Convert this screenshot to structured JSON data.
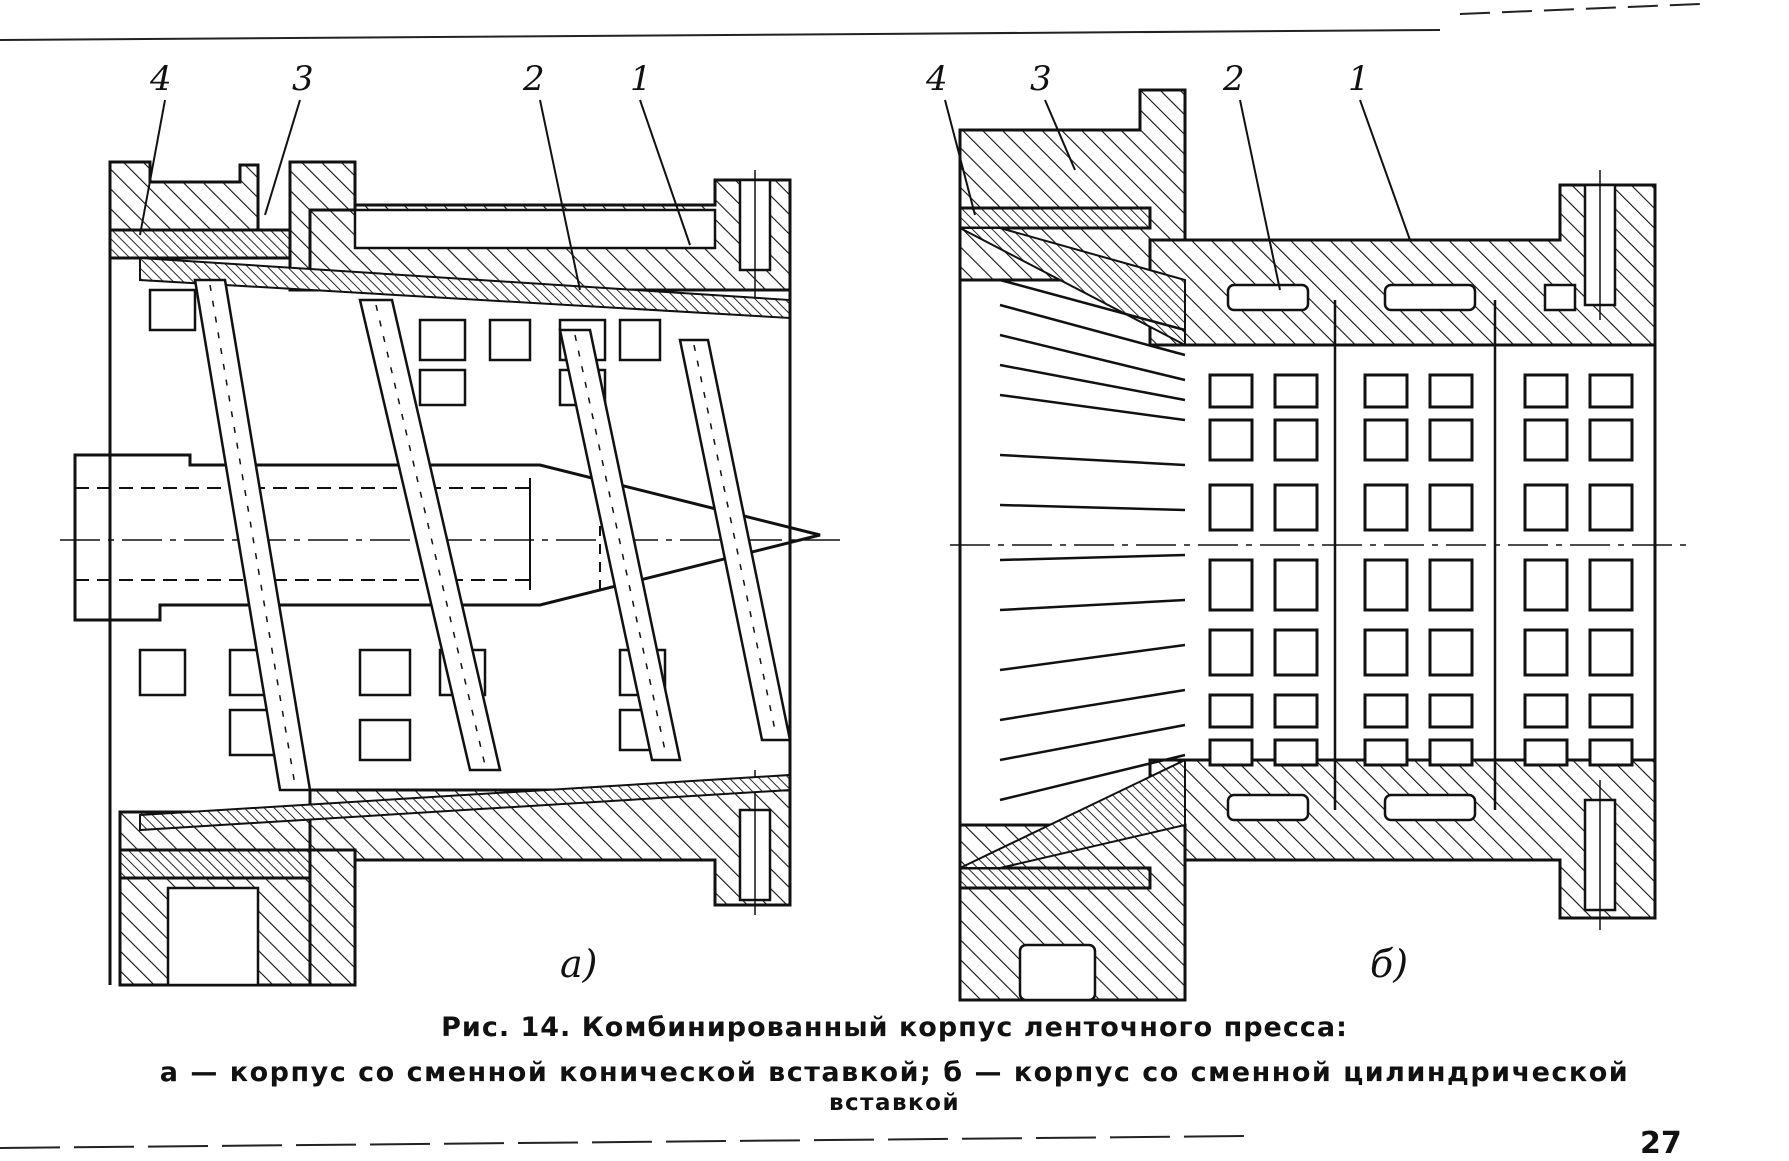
{
  "figure": {
    "panel_a": {
      "callouts": [
        "4",
        "3",
        "2",
        "1"
      ],
      "sublabel": "а)"
    },
    "panel_b": {
      "callouts": [
        "4",
        "3",
        "2",
        "1"
      ],
      "sublabel": "б)"
    }
  },
  "caption": {
    "title": "Рис. 14. Комбинированный корпус ленточного пресса:",
    "line1": "а — корпус со сменной конической вставкой; б — корпус со сменной цилиндрической",
    "line2": "вставкой"
  },
  "page_number": "27"
}
